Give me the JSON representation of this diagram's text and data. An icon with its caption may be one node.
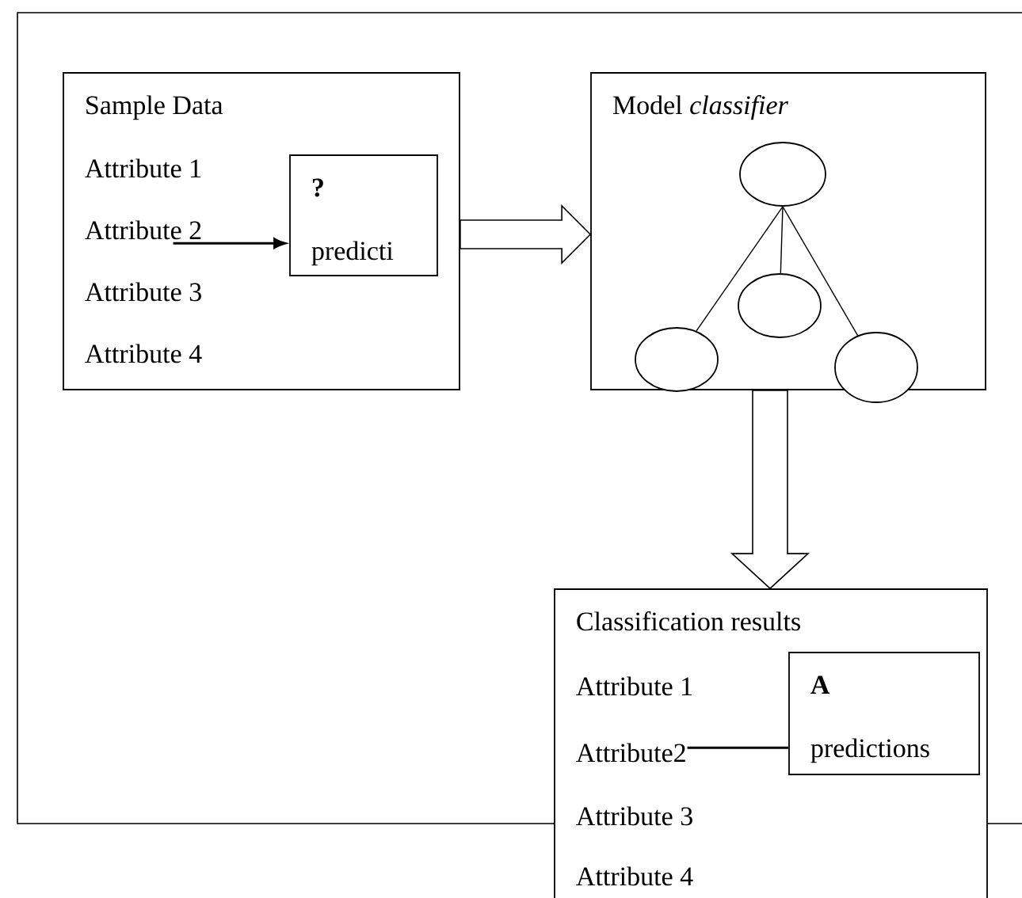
{
  "diagram": {
    "nodes": [
      {
        "text": [
          "Sample Data"
        ]
      },
      {
        "text": [
          "Attribute 1"
        ],
        "in": 0
      },
      {
        "text": [
          "Attribute 2"
        ],
        "in": 0
      },
      {
        "text": [
          "Attribute 3"
        ],
        "in": 0
      },
      {
        "text": [
          "Attribute 4"
        ],
        "in": 0
      },
      {
        "text": [
          "?",
          "predicti"
        ],
        "in": 0
      },
      {
        "text": [
          "Model *classifier*"
        ]
      },
      {
        "text": [],
        "shape": "circle",
        "in": 6
      },
      {
        "text": [],
        "shape": "circle",
        "in": 6
      },
      {
        "text": [],
        "shape": "circle",
        "in": 6
      },
      {
        "text": [],
        "shape": "circle",
        "in": 6
      },
      {
        "text": [
          "Classification results"
        ]
      },
      {
        "text": [
          "Attribute 1"
        ],
        "in": 11
      },
      {
        "text": [
          "Attribute2"
        ],
        "in": 11
      },
      {
        "text": [
          "Attribute 3"
        ],
        "in": 11
      },
      {
        "text": [
          "Attribute 4"
        ],
        "in": 11
      },
      {
        "text": [
          "A",
          "predictions"
        ],
        "in": 11
      }
    ],
    "edges": [
      {
        "from": 2,
        "to": 5,
        "arrow": "to"
      },
      {
        "from": 0,
        "to": 6,
        "arrow": "to"
      },
      {
        "from": 7,
        "to": 8,
        "arrow": "none"
      },
      {
        "from": 7,
        "to": 9,
        "arrow": "none"
      },
      {
        "from": 7,
        "to": 10,
        "arrow": "none"
      },
      {
        "from": 6,
        "to": 11,
        "arrow": "to"
      },
      {
        "from": 13,
        "to": 16,
        "arrow": "none"
      }
    ]
  }
}
